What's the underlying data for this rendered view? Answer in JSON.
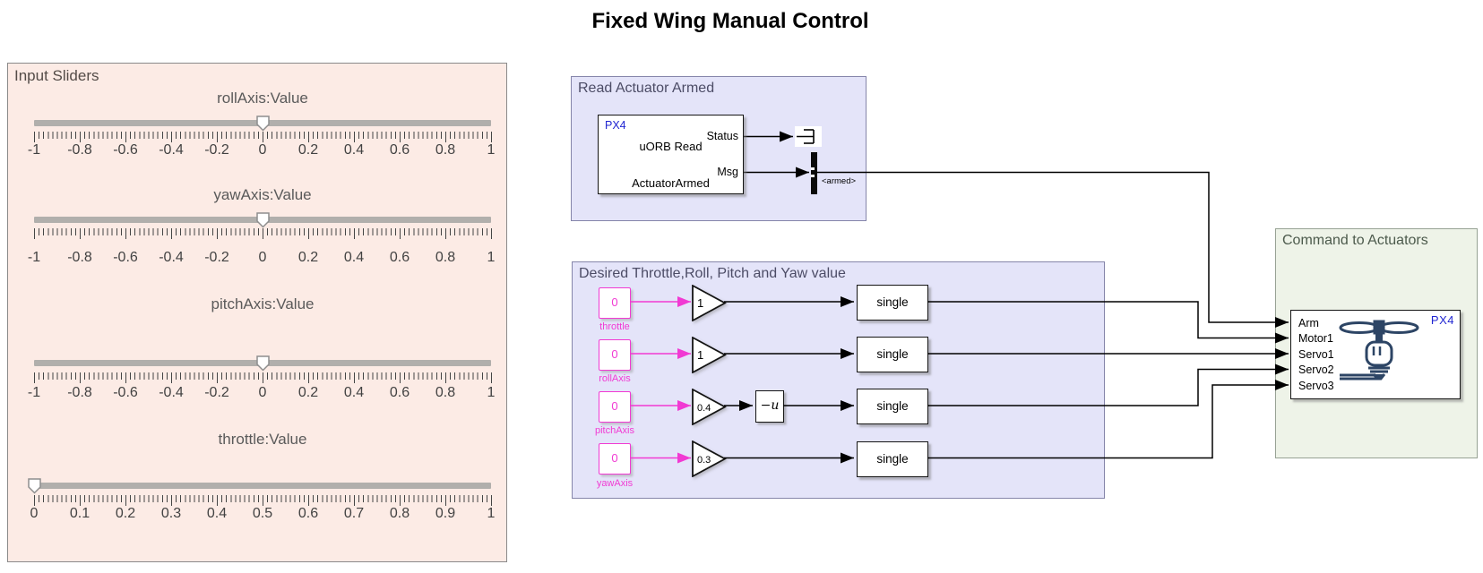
{
  "title": "Fixed Wing Manual Control",
  "colors": {
    "magenta_accent": "#f13ad3",
    "px4_blue": "#2126d2",
    "wire_black": "#000000",
    "input_panel_bg": "#fcebe5",
    "lavender_panel_bg": "#e4e4f9",
    "green_panel_bg": "#eef3e8"
  },
  "panels": {
    "input_sliders": {
      "title": "Input Sliders",
      "sliders": [
        {
          "label": "rollAxis:Value",
          "min": -1,
          "max": 1,
          "value": 0,
          "ticks": [
            "-1",
            "-0.8",
            "-0.6",
            "-0.4",
            "-0.2",
            "0",
            "0.2",
            "0.4",
            "0.6",
            "0.8",
            "1"
          ]
        },
        {
          "label": "yawAxis:Value",
          "min": -1,
          "max": 1,
          "value": 0,
          "ticks": [
            "-1",
            "-0.8",
            "-0.6",
            "-0.4",
            "-0.2",
            "0",
            "0.2",
            "0.4",
            "0.6",
            "0.8",
            "1"
          ]
        },
        {
          "label": "pitchAxis:Value",
          "min": -1,
          "max": 1,
          "value": 0,
          "ticks": [
            "-1",
            "-0.8",
            "-0.6",
            "-0.4",
            "-0.2",
            "0",
            "0.2",
            "0.4",
            "0.6",
            "0.8",
            "1"
          ]
        },
        {
          "label": "throttle:Value",
          "min": 0,
          "max": 1,
          "value": 0,
          "ticks": [
            "0",
            "0.1",
            "0.2",
            "0.3",
            "0.4",
            "0.5",
            "0.6",
            "0.7",
            "0.8",
            "0.9",
            "1"
          ]
        }
      ]
    },
    "read_actuator_armed": {
      "title": "Read Actuator Armed",
      "uorb_block": {
        "brand": "PX4",
        "name": "uORB Read",
        "topic": "ActuatorArmed",
        "ports_out": [
          "Status",
          "Msg"
        ]
      },
      "terminator_icon": "terminator-icon",
      "bus_selector_label": "<armed>"
    },
    "desired_values": {
      "title": "Desired Throttle,Roll, Pitch and Yaw value",
      "rows": [
        {
          "constant": "0",
          "name": "throttle",
          "gain": "1",
          "conversion": "single"
        },
        {
          "constant": "0",
          "name": "rollAxis",
          "gain": "1",
          "conversion": "single"
        },
        {
          "constant": "0",
          "name": "pitchAxis",
          "gain": "0.4",
          "negate_label": "−u",
          "conversion": "single"
        },
        {
          "constant": "0",
          "name": "yawAxis",
          "gain": "0.3",
          "conversion": "single"
        }
      ]
    },
    "command_to_actuators": {
      "title": "Command to Actuators",
      "px4_block": {
        "brand": "PX4",
        "icon": "motor-propeller-icon",
        "ports_in": [
          "Arm",
          "Motor1",
          "Servo1",
          "Servo2",
          "Servo3"
        ]
      }
    }
  }
}
